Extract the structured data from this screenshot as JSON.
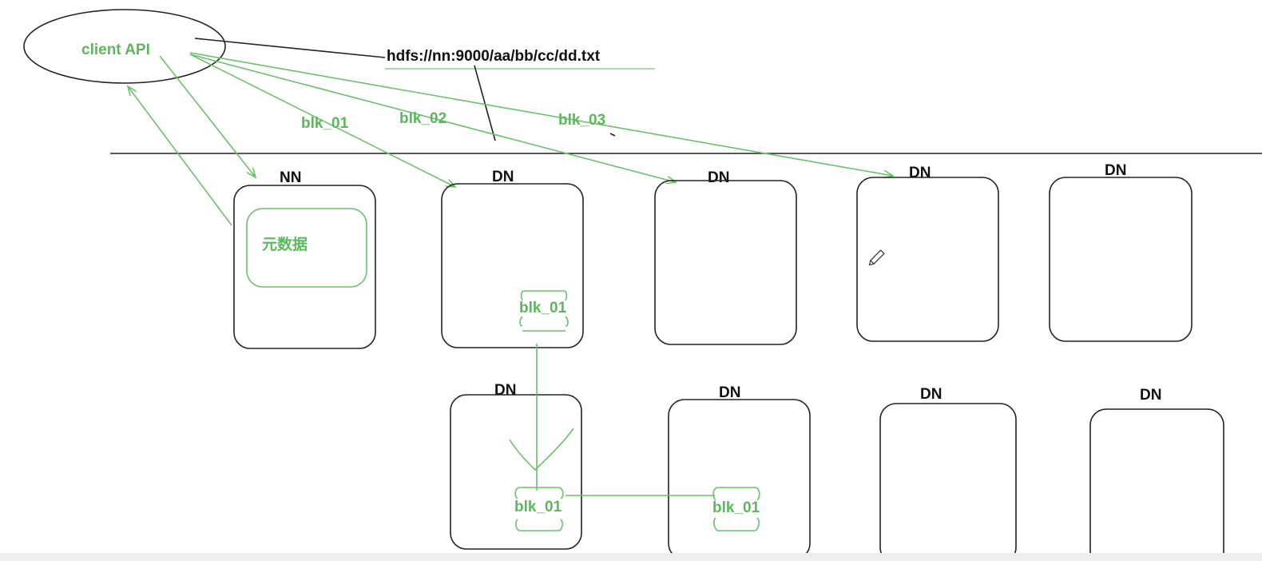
{
  "client": {
    "label": "client API"
  },
  "path": {
    "label": "hdfs://nn:9000/aa/bb/cc/dd.txt"
  },
  "namenode": {
    "label": "NN",
    "metadata_label": "元数据"
  },
  "datanode_label": "DN",
  "block_labels": {
    "b1": "blk_01",
    "b2": "blk_02",
    "b3": "blk_03"
  },
  "colors": {
    "green": "#5cb85c",
    "black": "#111111"
  }
}
